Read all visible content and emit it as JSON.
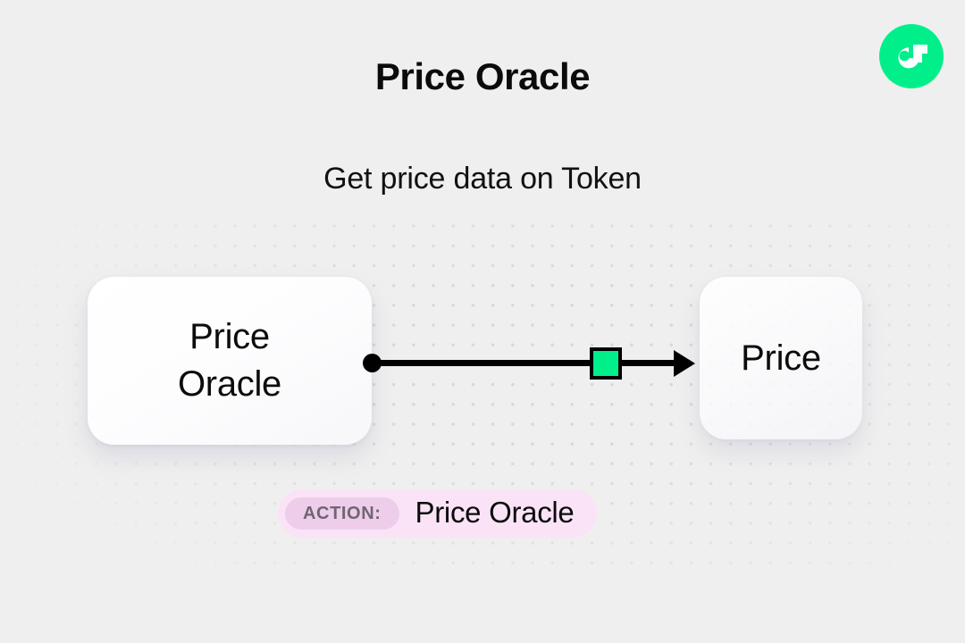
{
  "header": {
    "title": "Price Oracle",
    "subtitle": "Get price data on Token",
    "logo_icon": "flow-logo-icon",
    "logo_color": "#00ef8b"
  },
  "diagram": {
    "source_node": {
      "label": "Price\nOracle",
      "connector_icon": "edge-source-dot-icon"
    },
    "target_node": {
      "label": "Price"
    },
    "edge": {
      "action_node_icon": "green-square-node-icon",
      "action_node_color": "#00ef8b",
      "arrow_icon": "arrow-right-icon",
      "line_color": "#000000"
    }
  },
  "action_badge": {
    "tag": "ACTION:",
    "value": "Price Oracle",
    "background_color": "#fbe3f7",
    "tag_background_color": "#eecdea"
  }
}
